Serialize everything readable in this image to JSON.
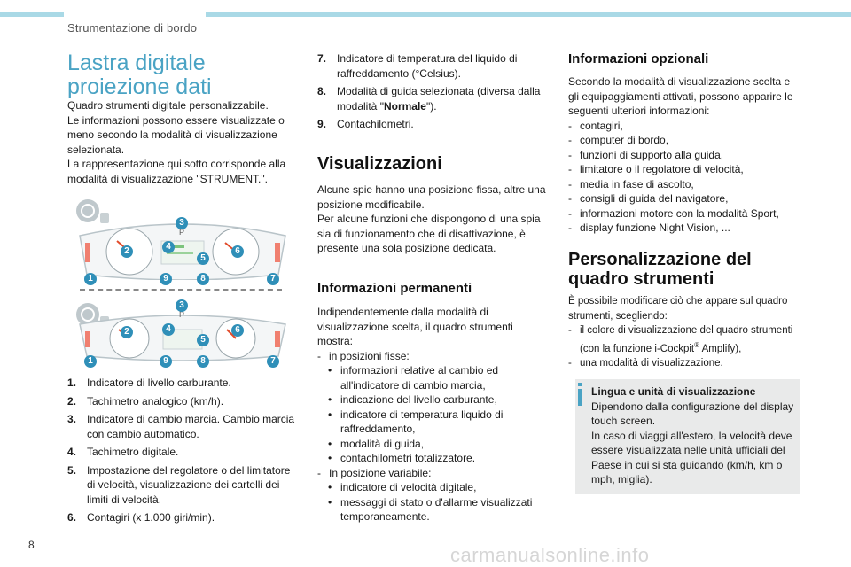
{
  "header": {
    "section": "Strumentazione di bordo"
  },
  "title": "Lastra digitale proiezione dati",
  "intro": [
    "Quadro strumenti digitale personalizzabile.",
    "Le informazioni possono essere visualizzate o meno secondo la modalità di visualizzazione selezionata.",
    "La rappresentazione qui sotto corrisponde alla modalità di visualizzazione \"STRUMENT.\"."
  ],
  "figure": {
    "display_top_letter": "P",
    "display_bottom_letter": "P",
    "callouts_top": [
      "1",
      "2",
      "3",
      "4",
      "5",
      "6",
      "7",
      "8",
      "9"
    ],
    "callouts_bottom": [
      "1",
      "2",
      "3",
      "4",
      "5",
      "6",
      "7",
      "8",
      "9"
    ]
  },
  "legend_left": [
    {
      "n": "1.",
      "text": "Indicatore di livello carburante."
    },
    {
      "n": "2.",
      "text": "Tachimetro analogico (km/h)."
    },
    {
      "n": "3.",
      "text": "Indicatore di cambio marcia. Cambio marcia con cambio automatico."
    },
    {
      "n": "4.",
      "text": "Tachimetro digitale."
    },
    {
      "n": "5.",
      "text": "Impostazione del regolatore o del limitatore di velocità, visualizzazione dei cartelli dei limiti di velocità."
    },
    {
      "n": "6.",
      "text": "Contagiri (x 1.000 giri/min)."
    }
  ],
  "legend_right": [
    {
      "n": "7.",
      "text": "Indicatore di temperatura del liquido di raffreddamento (°Celsius)."
    },
    {
      "n": "8.",
      "text_pre": "Modalità di guida selezionata (diversa dalla modalità \"",
      "bold": "Normale",
      "text_post": "\")."
    },
    {
      "n": "9.",
      "text": "Contachilometri."
    }
  ],
  "visualizzazioni": {
    "heading": "Visualizzazioni",
    "body": [
      "Alcune spie hanno una posizione fissa, altre una posizione modificabile.",
      "Per alcune funzioni che dispongono di una spia sia di funzionamento che di disattivazione, è presente una sola posizione dedicata."
    ]
  },
  "permanenti": {
    "heading": "Informazioni permanenti",
    "intro": "Indipendentemente dalla modalità di visualizzazione scelta, il quadro strumenti mostra:",
    "fixed_label": "in posizioni fisse:",
    "fixed_items": [
      "informazioni relative al cambio ed all'indicatore di cambio marcia,",
      "indicazione del livello carburante,",
      "indicatore di temperatura liquido di raffreddamento,",
      "modalità di guida,",
      "contachilometri totalizzatore."
    ],
    "variable_label": "In posizione variabile:",
    "variable_items": [
      "indicatore di velocità digitale,",
      "messaggi di stato o d'allarme visualizzati temporaneamente."
    ]
  },
  "opzionali": {
    "heading": "Informazioni opzionali",
    "intro": "Secondo la modalità di visualizzazione scelta e gli equipaggiamenti attivati, possono apparire le seguenti ulteriori informazioni:",
    "items": [
      "contagiri,",
      "computer di bordo,",
      "funzioni di supporto alla guida,",
      "limitatore o il regolatore di velocità,",
      "media in fase di ascolto,",
      "consigli di guida del navigatore,",
      "informazioni motore con la modalità Sport,",
      "display funzione Night Vision, ..."
    ]
  },
  "personalizzazione": {
    "heading": "Personalizzazione del quadro strumenti",
    "intro": "È possibile modificare ciò che appare sul quadro strumenti, scegliendo:",
    "item1_pre": "il colore di visualizzazione del quadro strumenti (con la funzione i-Cockpit",
    "item1_sup": "®",
    "item1_post": " Amplify),",
    "item2": "una modalità di visualizzazione."
  },
  "info_box": {
    "title": "Lingua e unità di visualizzazione",
    "body": [
      "Dipendono dalla configurazione del display touch screen.",
      "In caso di viaggi all'estero, la velocità deve essere visualizzata nelle unità ufficiali del Paese in cui si sta guidando (km/h, km o mph, miglia)."
    ],
    "accent": "#4aa3c4"
  },
  "page_number": "8",
  "watermark": "carmanualsonline.info",
  "colors": {
    "accent": "#4aa3c4",
    "badge": "#2f8fb8",
    "bar": "#a9d9e6"
  }
}
